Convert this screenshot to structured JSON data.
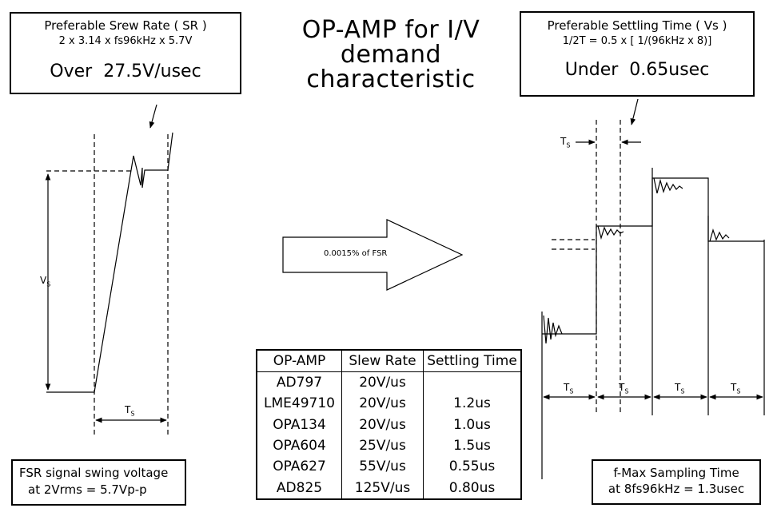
{
  "title": {
    "line1": "OP-AMP for I/V",
    "line2": "demand",
    "line3": "characteristic"
  },
  "slew_box": {
    "heading": "Preferable Srew Rate ( SR )",
    "formula": "2 x 3.14 x fs96kHz x 5.7V",
    "result": "Over  27.5V/usec"
  },
  "settling_box": {
    "heading": "Preferable Settling Time ( Vs )",
    "formula": "1/2T = 0.5 x [ 1/(96kHz x 8)]",
    "result": "Under  0.65usec"
  },
  "arrow_label": "0.0015% of FSR",
  "left_graph": {
    "vs_label": "V",
    "vs_sub": "S",
    "ts_label": "T",
    "ts_sub": "S"
  },
  "right_graph": {
    "ts_top_label": "T",
    "ts_top_sub": "S",
    "intervals": [
      {
        "label": "T",
        "sub": "S"
      },
      {
        "label": "T",
        "sub": "S"
      },
      {
        "label": "T",
        "sub": "S"
      },
      {
        "label": "T",
        "sub": "S"
      }
    ]
  },
  "fsr_note": {
    "line1": "FSR signal swing voltage",
    "line2": "at 2Vrms = 5.7Vp-p"
  },
  "fmax_note": {
    "line1": "f-Max Sampling Time",
    "line2": "at 8fs96kHz = 1.3usec"
  },
  "opamp_table": {
    "headers": [
      "OP-AMP",
      "Slew Rate",
      "Settling Time"
    ],
    "rows": [
      {
        "name": "AD797",
        "slew": "20V/us",
        "settling": ""
      },
      {
        "name": "LME49710",
        "slew": "20V/us",
        "settling": "1.2us"
      },
      {
        "name": "OPA134",
        "slew": "20V/us",
        "settling": "1.0us"
      },
      {
        "name": "OPA604",
        "slew": "25V/us",
        "settling": "1.5us"
      },
      {
        "name": "OPA627",
        "slew": "55V/us",
        "settling": "0.55us"
      },
      {
        "name": "AD825",
        "slew": "125V/us",
        "settling": "0.80us"
      }
    ]
  }
}
